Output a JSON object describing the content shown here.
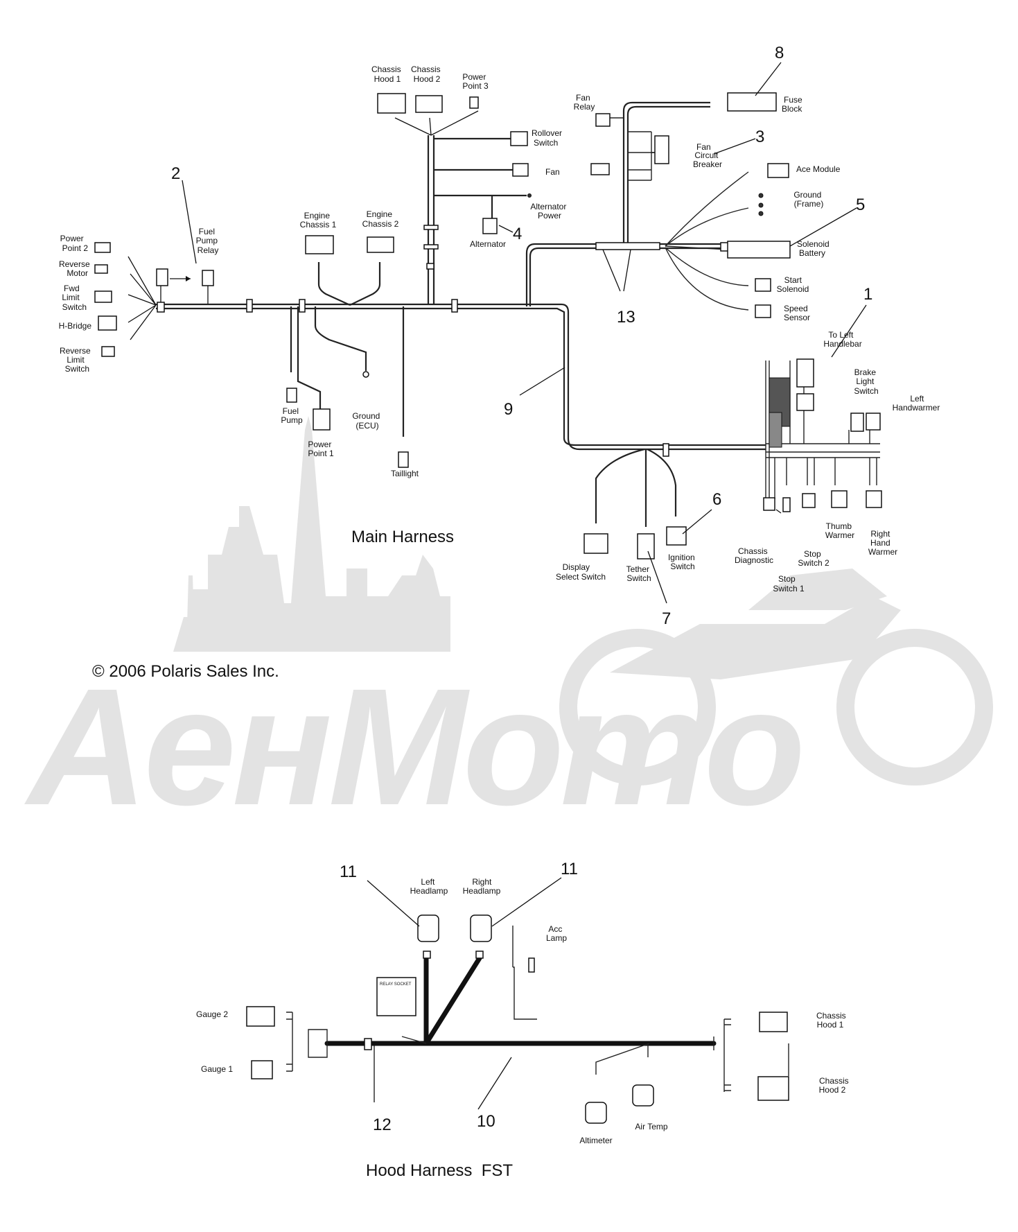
{
  "diagram": {
    "copyright": "© 2006 Polaris Sales Inc.",
    "watermark": "AeнMomo",
    "main_harness": {
      "title": "Main Harness",
      "callouts": [
        "1",
        "2",
        "3",
        "4",
        "5",
        "6",
        "7",
        "8",
        "9",
        "13"
      ],
      "labels": {
        "chassis_hood1": [
          "Chassis",
          "Hood 1"
        ],
        "chassis_hood2": [
          "Chassis",
          "Hood 2"
        ],
        "power_point3": [
          "Power",
          "Point 3"
        ],
        "rollover_switch": [
          "Rollover",
          "Switch"
        ],
        "fan": [
          "Fan"
        ],
        "alternator_power": [
          "Alternator",
          "Power"
        ],
        "alternator": [
          "Alternator"
        ],
        "engine_chassis1": [
          "Engine",
          "Chassis 1"
        ],
        "engine_chassis2": [
          "Engine",
          "Chassis 2"
        ],
        "fuel_pump_relay": [
          "Fuel",
          "Pump",
          "Relay"
        ],
        "power_point2": [
          "Power",
          "Point 2"
        ],
        "reverse_motor": [
          "Reverse",
          "Motor"
        ],
        "fwd_limit_switch": [
          "Fwd",
          "Limit",
          "Switch"
        ],
        "h_bridge": [
          "H-Bridge"
        ],
        "reverse_limit_switch": [
          "Reverse",
          "Limit",
          "Switch"
        ],
        "fuel_pump": [
          "Fuel",
          "Pump"
        ],
        "power_point1": [
          "Power",
          "Point 1"
        ],
        "ground_ecu": [
          "Ground",
          "(ECU)"
        ],
        "taillight": [
          "Taillight"
        ],
        "fan_relay": [
          "Fan",
          "Relay"
        ],
        "fuse_block": [
          "Fuse",
          "Block"
        ],
        "fan_circuit_breaker": [
          "Fan",
          "Circuit",
          "Breaker"
        ],
        "ace_module": [
          "Ace Module"
        ],
        "ground_frame": [
          "Ground",
          "(Frame)"
        ],
        "solenoid_battery": [
          "Solenoid",
          "Battery"
        ],
        "start_solenoid": [
          "Start",
          "Solenoid"
        ],
        "speed_sensor": [
          "Speed",
          "Sensor"
        ],
        "to_left_handlebar": [
          "To Left",
          "Handlebar"
        ],
        "brake_light_switch": [
          "Brake",
          "Light",
          "Switch"
        ],
        "left_handwarmer": [
          "Left",
          "Handwarmer"
        ],
        "display_select_switch": [
          "Display",
          "Select Switch"
        ],
        "tether_switch": [
          "Tether",
          "Switch"
        ],
        "ignition_switch": [
          "Ignition",
          "Switch"
        ],
        "chassis_diagnostic": [
          "Chassis",
          "Diagnostic"
        ],
        "stop_switch1": [
          "Stop",
          "Switch 1"
        ],
        "stop_switch2": [
          "Stop",
          "Switch 2"
        ],
        "thumb_warmer": [
          "Thumb",
          "Warmer"
        ],
        "right_hand_warmer": [
          "Right",
          "Hand",
          "Warmer"
        ]
      }
    },
    "hood_harness": {
      "title": "Hood Harness  FST",
      "callouts": [
        "10",
        "11",
        "11",
        "12"
      ],
      "labels": {
        "left_headlamp": [
          "Left",
          "Headlamp"
        ],
        "right_headlamp": [
          "Right",
          "Headlamp"
        ],
        "acc_lamp": [
          "Acc",
          "Lamp"
        ],
        "gauge2": [
          "Gauge 2"
        ],
        "gauge1": [
          "Gauge 1"
        ],
        "chassis_hood1": [
          "Chassis",
          "Hood 1"
        ],
        "chassis_hood2": [
          "Chassis",
          "Hood 2"
        ],
        "altimeter": [
          "Altimeter"
        ],
        "air_temp": [
          "Air Temp"
        ],
        "relay_socket": "RELAY SOCKET"
      }
    }
  }
}
